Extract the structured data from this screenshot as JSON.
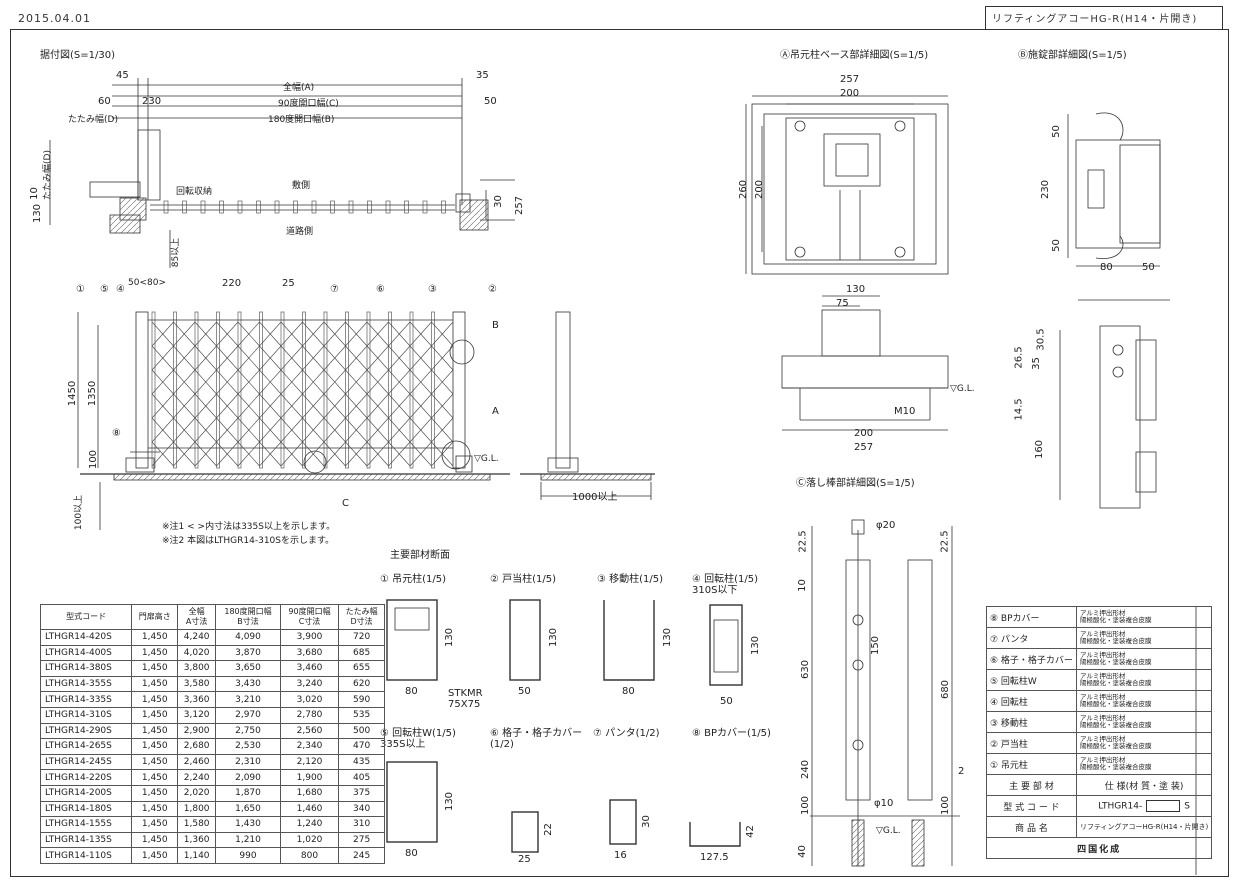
{
  "header": {
    "date": "2015.04.01",
    "product_title": "リフティングアコーHG-R(H14・片開き)"
  },
  "views": {
    "layout_title": "据付図(S=1/30)",
    "detail_a_title": "Ⓐ吊元柱ベース部詳細図(S=1/5)",
    "detail_b_title": "Ⓑ施錠部詳細図(S=1/5)",
    "detail_c_title": "Ⓒ落し棒部詳細図(S=1/5)",
    "sections_title": "主要部材断面"
  },
  "plan_labels": {
    "d45": "45",
    "d35": "35",
    "d60": "60",
    "d230": "230",
    "d50": "50",
    "full_width": "全幅(A)",
    "open90": "90度開口幅(C)",
    "fold_width": "たたみ幅(D)",
    "open180": "180度開口幅(B)",
    "fold_thickness": "たたみ幅(D)",
    "d10": "10",
    "d130": "130",
    "rotate_store": "回転収納",
    "inside": "敷側",
    "road_side": "道路側",
    "d30": "30",
    "d257": "257",
    "embed": "85以上"
  },
  "elevation_labels": {
    "n1": "①",
    "n5": "⑤",
    "n4": "④",
    "n7": "⑦",
    "n6": "⑥",
    "n3": "③",
    "n2": "②",
    "d50_80": "50<80>",
    "d220": "220",
    "d25": "25",
    "h1450": "1450",
    "h1350": "1350",
    "h100": "100",
    "n8": "⑧",
    "gl": "▽G.L.",
    "bubble_a": "A",
    "bubble_b": "B",
    "bubble_c": "C",
    "embed100": "100以上",
    "side1000": "1000以上"
  },
  "notes": {
    "note1": "※注1 < >内寸法は335S以上を示します。",
    "note2": "※注2 本図はLTHGR14-310Sを示します。"
  },
  "detail_a_labels": {
    "d257": "257",
    "d200": "200",
    "d260": "260",
    "d200v": "200",
    "d130": "130",
    "d75": "75",
    "m10": "M10",
    "d200b": "200",
    "d257b": "257",
    "gl": "▽G.L."
  },
  "detail_b_labels": {
    "d50a": "50",
    "d230": "230",
    "d50b": "50",
    "d80": "80",
    "d50c": "50",
    "d26_5": "26.5",
    "d35": "35",
    "d30_5": "30.5",
    "d14_5": "14.5",
    "d160": "160"
  },
  "detail_c_labels": {
    "d22_5a": "22.5",
    "d22_5b": "22.5",
    "phi20": "φ20",
    "d10": "10",
    "d150": "150",
    "d630": "630",
    "d680": "680",
    "d240": "240",
    "d2": "2",
    "phi10": "φ10",
    "d100a": "100",
    "d100b": "100",
    "d40": "40",
    "gl": "▽G.L."
  },
  "sections": [
    {
      "label": "① 吊元柱(1/5)",
      "dims": [
        "130",
        "80"
      ],
      "extra": "STKMR\n75X75"
    },
    {
      "label": "② 戸当柱(1/5)",
      "dims": [
        "130",
        "50"
      ]
    },
    {
      "label": "③ 移動柱(1/5)",
      "dims": [
        "130",
        "80"
      ]
    },
    {
      "label": "④ 回転柱(1/5)\n310S以下",
      "dims": [
        "130",
        "50"
      ]
    },
    {
      "label": "⑤ 回転柱W(1/5)\n335S以上",
      "dims": [
        "130",
        "80"
      ]
    },
    {
      "label": "⑥ 格子・格子カバー\n(1/2)",
      "dims": [
        "22",
        "25"
      ]
    },
    {
      "label": "⑦ パンタ(1/2)",
      "dims": [
        "30",
        "16"
      ]
    },
    {
      "label": "⑧ BPカバー(1/5)",
      "dims": [
        "42",
        "127.5"
      ]
    }
  ],
  "model_table": {
    "headers": [
      "型式コード",
      "門扉高さ",
      "全幅\nA寸法",
      "180度開口幅\nB寸法",
      "90度開口幅\nC寸法",
      "たたみ幅\nD寸法"
    ],
    "rows": [
      [
        "LTHGR14-420S",
        "1,450",
        "4,240",
        "4,090",
        "3,900",
        "720"
      ],
      [
        "LTHGR14-400S",
        "1,450",
        "4,020",
        "3,870",
        "3,680",
        "685"
      ],
      [
        "LTHGR14-380S",
        "1,450",
        "3,800",
        "3,650",
        "3,460",
        "655"
      ],
      [
        "LTHGR14-355S",
        "1,450",
        "3,580",
        "3,430",
        "3,240",
        "620"
      ],
      [
        "LTHGR14-335S",
        "1,450",
        "3,360",
        "3,210",
        "3,020",
        "590"
      ],
      [
        "LTHGR14-310S",
        "1,450",
        "3,120",
        "2,970",
        "2,780",
        "535"
      ],
      [
        "LTHGR14-290S",
        "1,450",
        "2,900",
        "2,750",
        "2,560",
        "500"
      ],
      [
        "LTHGR14-265S",
        "1,450",
        "2,680",
        "2,530",
        "2,340",
        "470"
      ],
      [
        "LTHGR14-245S",
        "1,450",
        "2,460",
        "2,310",
        "2,120",
        "435"
      ],
      [
        "LTHGR14-220S",
        "1,450",
        "2,240",
        "2,090",
        "1,900",
        "405"
      ],
      [
        "LTHGR14-200S",
        "1,450",
        "2,020",
        "1,870",
        "1,680",
        "375"
      ],
      [
        "LTHGR14-180S",
        "1,450",
        "1,800",
        "1,650",
        "1,460",
        "340"
      ],
      [
        "LTHGR14-155S",
        "1,450",
        "1,580",
        "1,430",
        "1,240",
        "310"
      ],
      [
        "LTHGR14-135S",
        "1,450",
        "1,360",
        "1,210",
        "1,020",
        "275"
      ],
      [
        "LTHGR14-110S",
        "1,450",
        "1,140",
        "990",
        "800",
        "245"
      ]
    ]
  },
  "parts_table": {
    "rows": [
      {
        "part": "⑧ BPカバー",
        "spec": "アルミ押出形材\n陽極酸化・塗装複合皮膜"
      },
      {
        "part": "⑦ パンタ",
        "spec": "アルミ押出形材\n陽極酸化・塗装複合皮膜"
      },
      {
        "part": "⑥ 格子・格子カバー",
        "spec": "アルミ押出形材\n陽極酸化・塗装複合皮膜"
      },
      {
        "part": "⑤ 回転柱W",
        "spec": "アルミ押出形材\n陽極酸化・塗装複合皮膜"
      },
      {
        "part": "④ 回転柱",
        "spec": "アルミ押出形材\n陽極酸化・塗装複合皮膜"
      },
      {
        "part": "③ 移動柱",
        "spec": "アルミ押出形材\n陽極酸化・塗装複合皮膜"
      },
      {
        "part": "② 戸当柱",
        "spec": "アルミ押出形材\n陽極酸化・塗装複合皮膜"
      },
      {
        "part": "① 吊元柱",
        "spec": "アルミ押出形材\n陽極酸化・塗装複合皮膜"
      }
    ],
    "main_member": "主 要 部 材",
    "finish": "仕 様(材 質・塗 装)",
    "model_code_label": "型 式 コ ー ド",
    "model_code_value": "LTHGR14-",
    "model_code_suffix": "S",
    "product_name_label": "商 品 名",
    "product_name_value": "リフティングアコーHG-R(H14・片開き)",
    "maker": "四国化成"
  }
}
